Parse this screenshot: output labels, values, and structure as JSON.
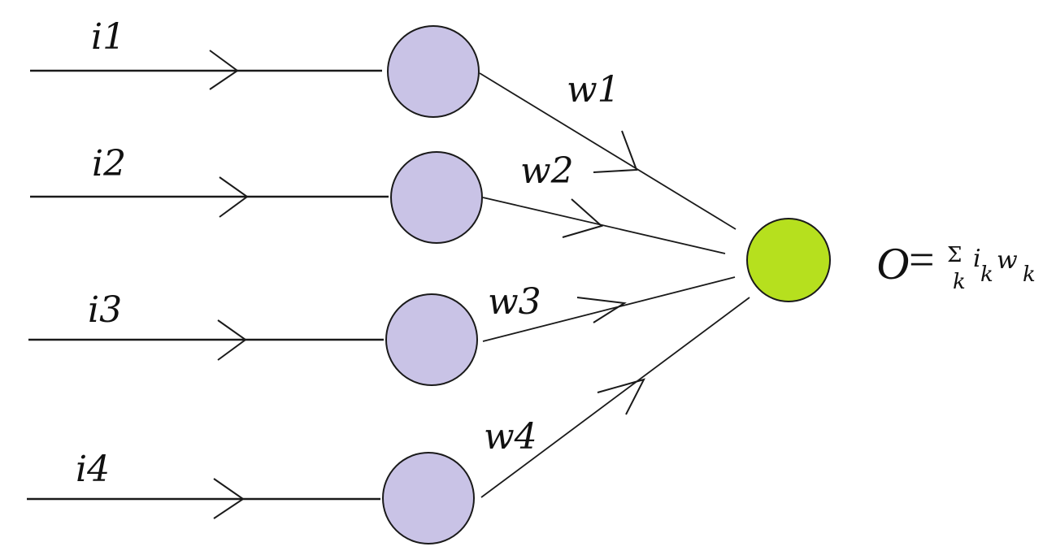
{
  "diagram": {
    "inputs": [
      {
        "label": "i1"
      },
      {
        "label": "i2"
      },
      {
        "label": "i3"
      },
      {
        "label": "i4"
      }
    ],
    "weights": [
      {
        "label": "w1"
      },
      {
        "label": "w2"
      },
      {
        "label": "w3"
      },
      {
        "label": "w4"
      }
    ],
    "formula": {
      "lhs": "O",
      "equals": "=",
      "sum_symbol": "Σ",
      "sum_index": "k",
      "input_var": "i",
      "input_sub": "k",
      "weight_var": "w",
      "weight_sub": "k"
    },
    "colors": {
      "input_node": "#c9c3e6",
      "output_node": "#b6e01e",
      "line": "#1a1a1a"
    }
  }
}
